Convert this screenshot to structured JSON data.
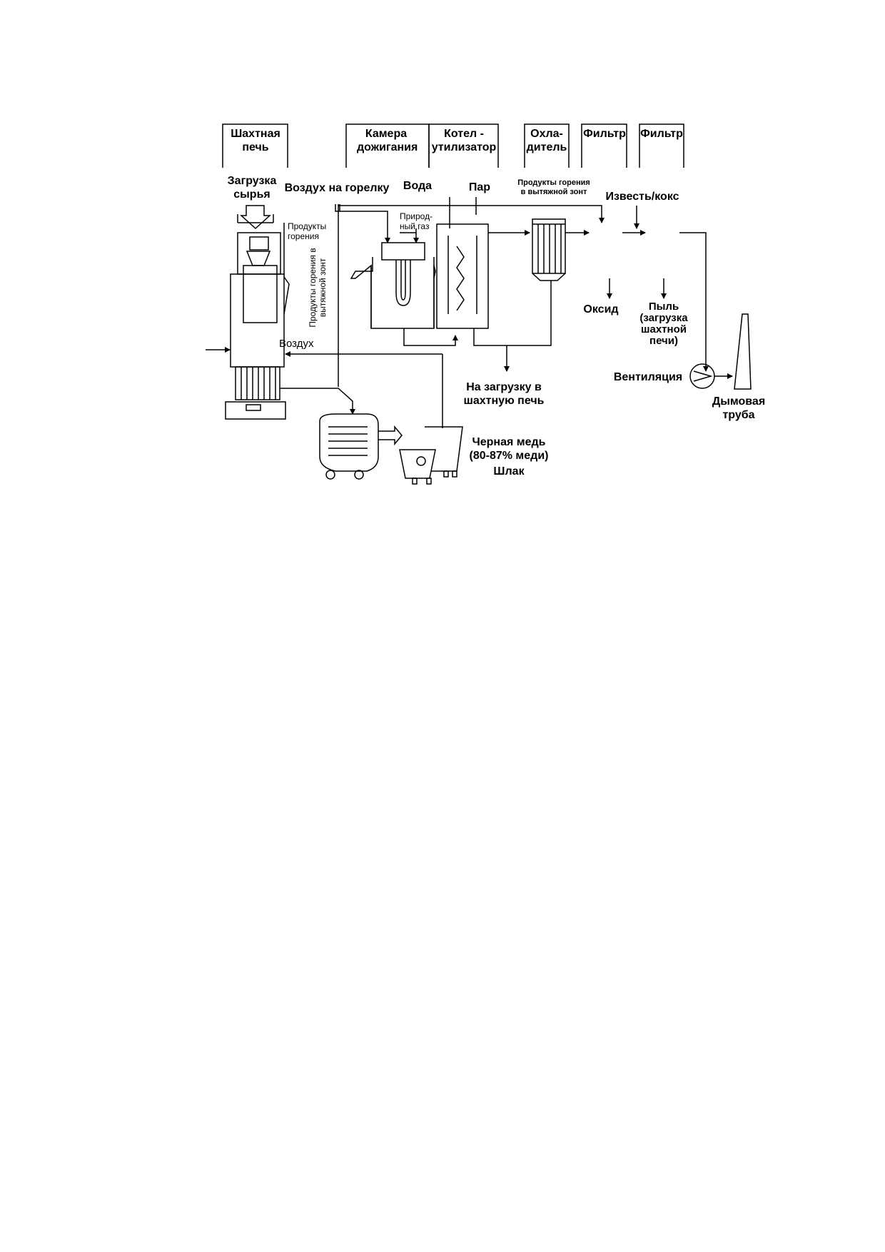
{
  "stages": {
    "shaft_furnace": "Шахтная\nпечь",
    "afterburner": "Камера\nдожигания",
    "waste_heat_boiler": "Котел -\nутилизатор",
    "cooler": "Охла-\nдитель",
    "filter_1": "Фильтр",
    "filter_2": "Фильтр"
  },
  "labels": {
    "raw_material_feed": "Загрузка\nсырья",
    "burner_air": "Воздух на горелку",
    "water": "Вода",
    "steam": "Пар",
    "combustion_products_hood": "Продукты горения\nв вытяжной зонт",
    "lime_coke": "Известь/кокс",
    "combustion_products": "Продукты\nгорения",
    "natural_gas": "Природ-\nный газ",
    "combustion_products_hood_vertical": "Продукты горения в\nвытяжной зонт",
    "air": "Воздух",
    "oxide": "Оксид",
    "dust": "Пыль\n(загрузка\nшахтной\nпечи)",
    "to_shaft_furnace_feed": "На загрузку в\nшахтную печь",
    "ventilation": "Вентиляция",
    "chimney": "Дымовая\nтруба",
    "black_copper": "Черная медь\n(80-87% меди)",
    "slag": "Шлак"
  },
  "colors": {
    "line": "#000000",
    "background": "#ffffff"
  }
}
